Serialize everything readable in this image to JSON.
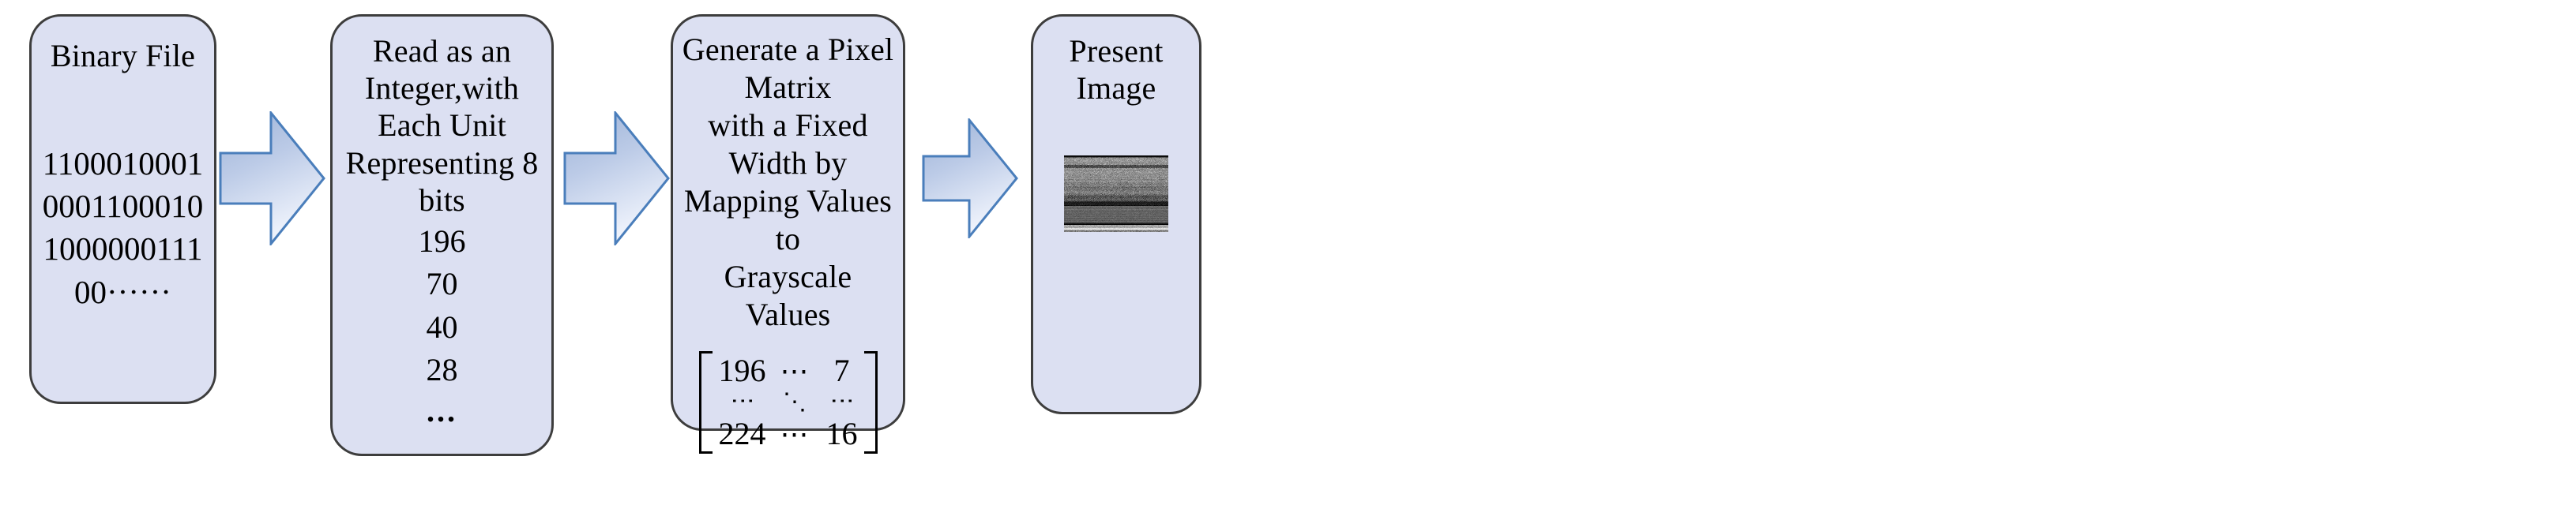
{
  "diagram": {
    "title": "Binary file to grayscale image conversion pipeline",
    "colors": {
      "box_fill": "#dce0f2",
      "box_border": "#3d3d3d",
      "arrow_border": "#4a7ebb",
      "arrow_gradient_start": "#a3b8da",
      "arrow_gradient_end": "#eef2fb",
      "page_background": "#ffffff"
    },
    "steps": [
      {
        "id": "binary-file",
        "title": "Binary File",
        "body": "1100010001\n0001100010\n1000000111\n00······"
      },
      {
        "id": "read-integer",
        "title": "Read as an Integer,with\nEach Unit Representing 8\nbits",
        "body": "196\n70\n40\n28",
        "ellipsis": "..."
      },
      {
        "id": "pixel-matrix",
        "title": "Generate a Pixel Matrix\nwith a Fixed Width by\nMapping Values to\nGrayscale Values",
        "matrix": {
          "top_left": "196",
          "top_right": "7",
          "bottom_left": "224",
          "bottom_right": "16",
          "h_dots": "⋯",
          "v_dots": "⋮",
          "d_dots": "⋱"
        }
      },
      {
        "id": "present-image",
        "title": "Present Image",
        "image_alt": "grayscale byteplot texture"
      }
    ],
    "arrows": [
      {
        "id": "arrow-1",
        "direction": "right"
      },
      {
        "id": "arrow-2",
        "direction": "right"
      },
      {
        "id": "arrow-3",
        "direction": "right"
      }
    ]
  }
}
